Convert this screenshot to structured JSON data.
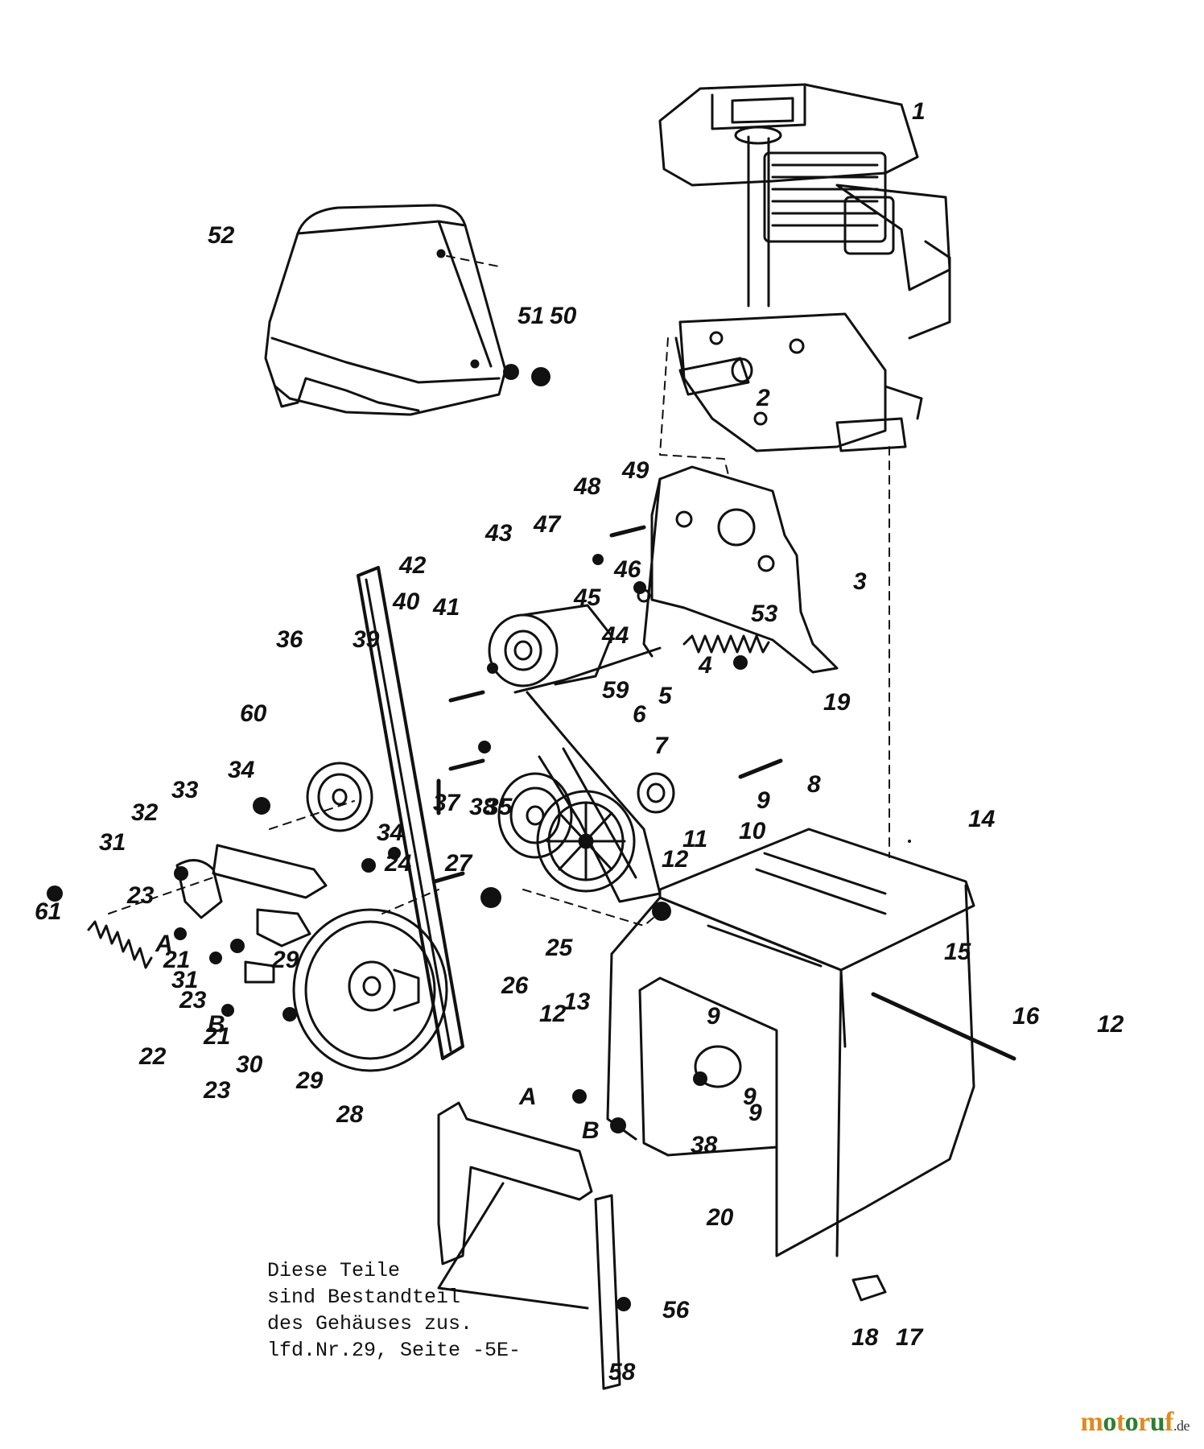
{
  "labels": [
    "1",
    "2",
    "3",
    "4",
    "5",
    "6",
    "7",
    "8",
    "9",
    "9",
    "9",
    "9",
    "10",
    "11",
    "12",
    "12",
    "12",
    "13",
    "14",
    "15",
    "16",
    "17",
    "18",
    "19",
    "20",
    "21",
    "21",
    "22",
    "23",
    "23",
    "23",
    "24",
    "25",
    "26",
    "27",
    "28",
    "29",
    "29",
    "30",
    "31",
    "31",
    "32",
    "33",
    "34",
    "34",
    "35",
    "36",
    "37",
    "38",
    "38",
    "39",
    "40",
    "41",
    "42",
    "43",
    "44",
    "45",
    "46",
    "47",
    "48",
    "49",
    "50",
    "51",
    "52",
    "53",
    "56",
    "58",
    "59",
    "60",
    "61",
    "A",
    "A",
    "B",
    "B"
  ],
  "note": {
    "lines": [
      "Diese Teile",
      "sind Bestandteil",
      "des Gehäuses zus.",
      "lfd.Nr.29, Seite -5E-"
    ]
  },
  "watermark": {
    "parts": [
      {
        "text": "m",
        "color": "#e08a1e"
      },
      {
        "text": "o",
        "color": "#2e7d32"
      },
      {
        "text": "t",
        "color": "#e08a1e"
      },
      {
        "text": "o",
        "color": "#2e7d32"
      },
      {
        "text": "r",
        "color": "#e08a1e"
      },
      {
        "text": "u",
        "color": "#2e7d32"
      },
      {
        "text": "f",
        "color": "#e08a1e"
      }
    ],
    "suffix": ".de"
  }
}
